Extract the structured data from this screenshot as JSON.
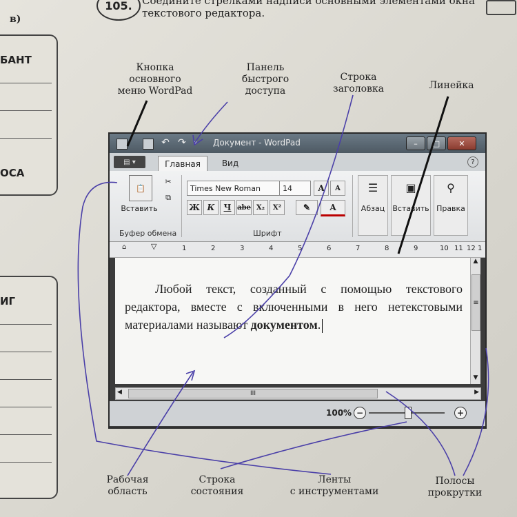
{
  "book": {
    "exercise_number": "105.",
    "exercise_text": "Соедините стрелками надписи основными элементами окна текстового редактора.",
    "side_letter": "в)",
    "side_labels": [
      "БАНТ",
      "ОСА",
      "ИГ"
    ]
  },
  "annotations": {
    "menu_button": "Кнопка\nосновного\nменю WordPad",
    "quick_access": "Панель\nбыстрого\nдоступа",
    "title_bar": "Строка\nзаголовка",
    "ruler": "Линейка",
    "work_area": "Рабочая\nобласть",
    "status_bar": "Строка\nсостояния",
    "ribbons": "Ленты\nс инструментами",
    "scrollbars": "Полосы\nпрокрутки"
  },
  "window": {
    "title": "Документ - WordPad",
    "tabs": [
      "Главная",
      "Вид"
    ],
    "active_tab": "Главная",
    "clipboard": {
      "paste_label": "Вставить",
      "group_label": "Буфер обмена"
    },
    "font": {
      "family": "Times New Roman",
      "size": "14",
      "group_label": "Шрифт",
      "format_buttons": [
        "Ж",
        "К",
        "Ч",
        "abe",
        "X₂",
        "X²"
      ]
    },
    "big_buttons": [
      "Абзац",
      "Вставить",
      "Правка"
    ],
    "ruler_marks": [
      "1",
      "2",
      "3",
      "4",
      "5",
      "6",
      "7",
      "8",
      "9",
      "10",
      "11",
      "12",
      "1"
    ],
    "document_text_plain": "Любой текст, созданный с помощью текстового редактора, вместе с включенными в него нетекстовыми материалами называют ",
    "document_text_bold": "документом",
    "document_text_end": ".",
    "zoom": "100%",
    "hscroll_grip": "III",
    "vscroll_grip": "≡"
  }
}
